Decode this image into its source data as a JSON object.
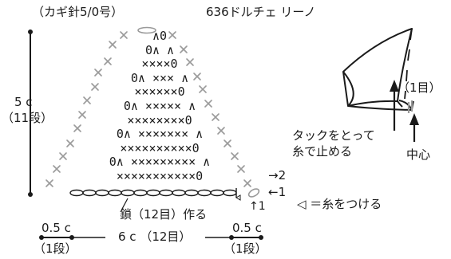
{
  "header": {
    "hook": "（カギ針5/0号）",
    "yarn": "636ドルチェ リーノ"
  },
  "height_label": {
    "value": "5 c",
    "rows": "（11段）"
  },
  "chain_label": "鎖（12目）作る",
  "row_markers": {
    "r2": "→2",
    "r1": "←1",
    "start": "↑1"
  },
  "legend": "◁ ＝糸をつける",
  "bottom_dims": {
    "left": {
      "value": "0.5 c",
      "rows": "（1段）"
    },
    "center": "6 c （12目）",
    "right": {
      "value": "0.5 c",
      "rows": "（1段）"
    }
  },
  "detail": {
    "stitch_label": "（1目）",
    "note_line1": "タックをとって",
    "note_line2": "糸で止める",
    "center_label": "中心"
  },
  "chart_rows": [
    "∧0",
    "0∧  ∧",
    "××××0",
    "0∧ ×××  ∧",
    "××××××0",
    "0∧ ×××××  ∧",
    "××××××××0",
    "0∧ ×××××××  ∧",
    "××××××××××0",
    "0∧ ×××××××××  ∧",
    "×××××××××××0"
  ],
  "colors": {
    "ink": "#1a1a1a",
    "gray": "#9a9a9a"
  }
}
